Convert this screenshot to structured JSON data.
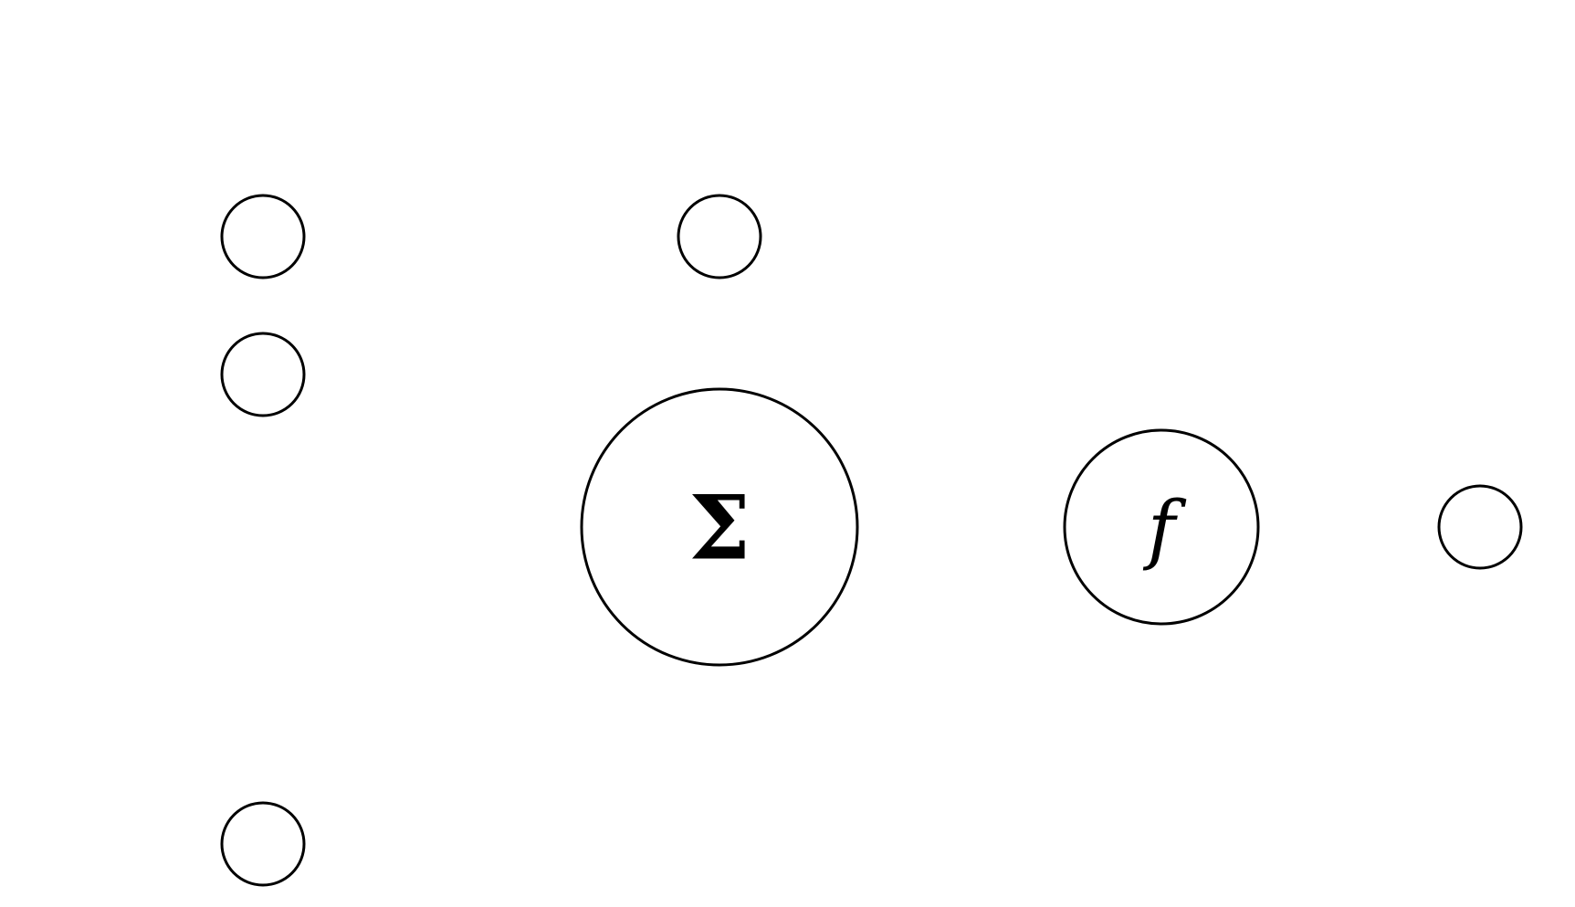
{
  "diagram": {
    "summation_symbol": "Σ",
    "activation_symbol": "f",
    "nodes": [
      {
        "id": "input-1",
        "role": "input"
      },
      {
        "id": "input-2",
        "role": "input"
      },
      {
        "id": "input-n",
        "role": "input"
      },
      {
        "id": "bias",
        "role": "bias"
      },
      {
        "id": "summation",
        "role": "sum"
      },
      {
        "id": "activation",
        "role": "activation"
      },
      {
        "id": "output",
        "role": "output"
      }
    ]
  }
}
